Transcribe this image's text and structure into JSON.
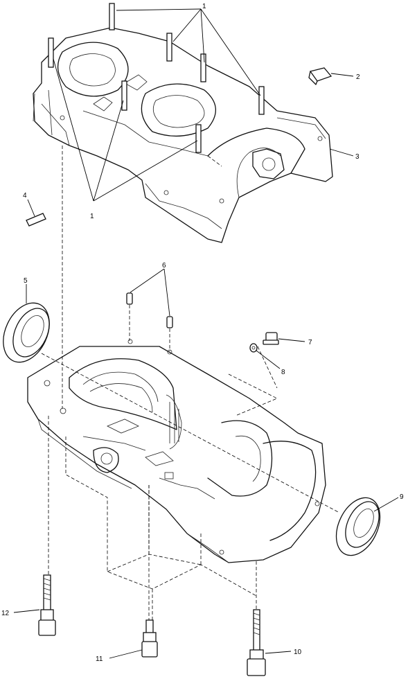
{
  "callouts": {
    "c1_top": "1",
    "c1_bottom": "1",
    "c2": "2",
    "c3": "3",
    "c4": "4",
    "c5": "5",
    "c6": "6",
    "c7": "7",
    "c8": "8",
    "c9": "9",
    "c10": "10",
    "c11": "11",
    "c12": "12"
  }
}
